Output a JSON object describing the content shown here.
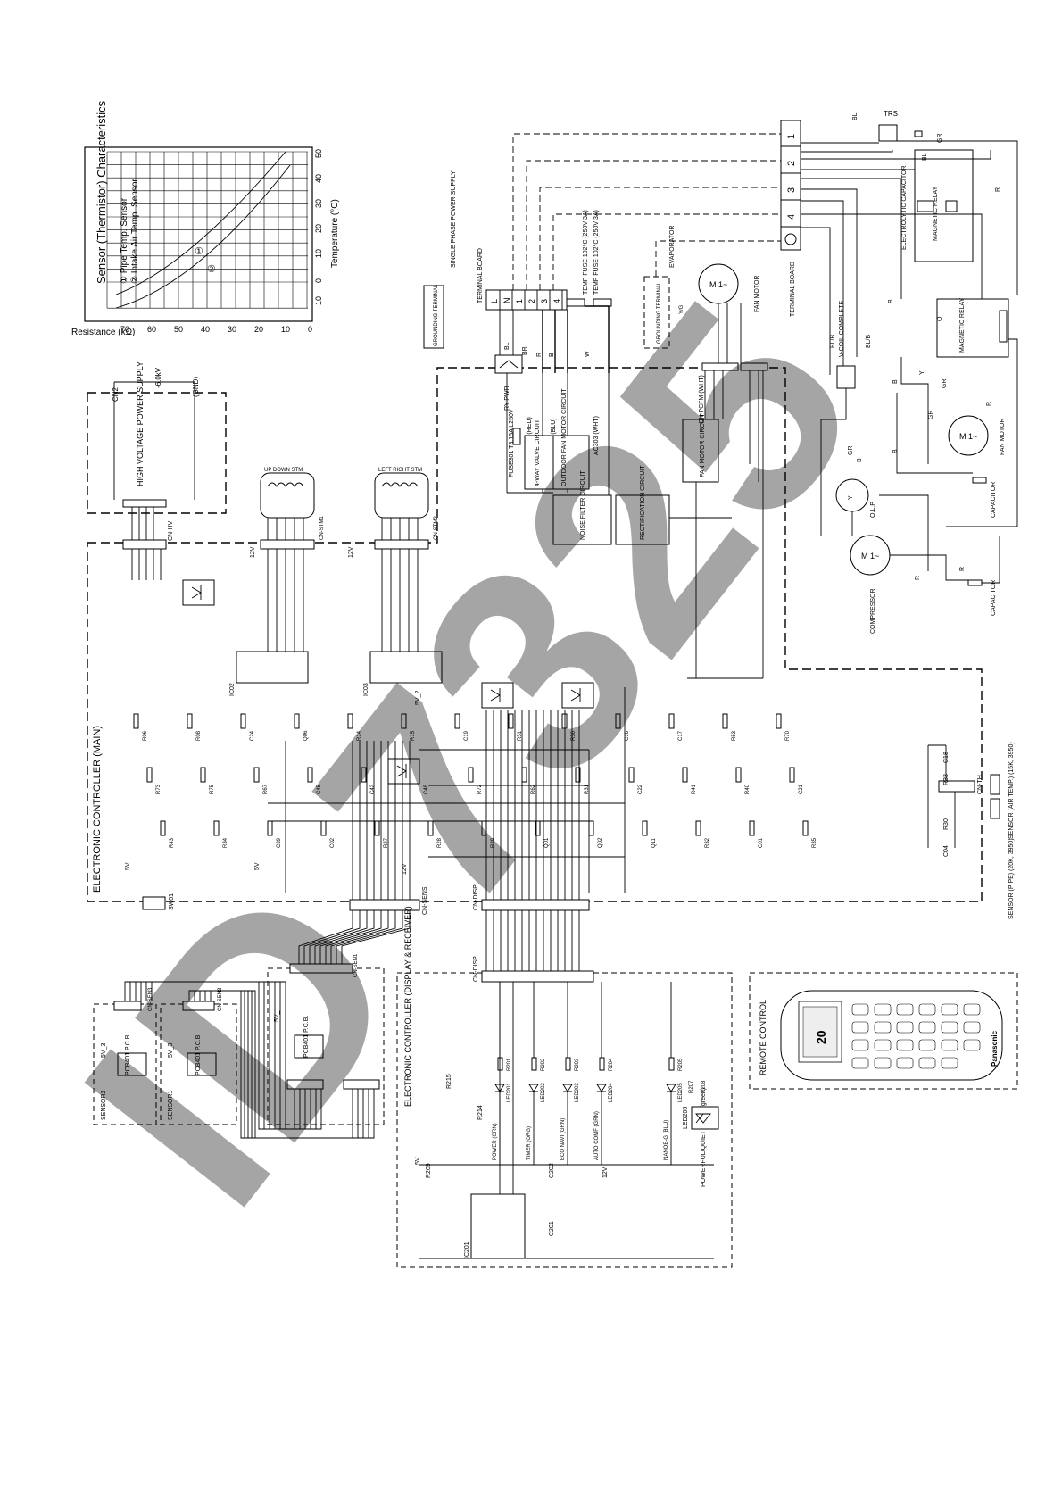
{
  "watermark": "ID 7325",
  "sensor_chart": {
    "title": "Sensor (Thermistor) Characteristics",
    "legend": [
      "① Pipe Temp. Sensor",
      "② Intake Air Temp. Sensor"
    ],
    "x_label": "Temperature (°C)",
    "y_label": "Resistance (kΩ)",
    "x_ticks": [
      "-10",
      "0",
      "10",
      "20",
      "30",
      "40",
      "50"
    ],
    "y_ticks": [
      "0",
      "10",
      "20",
      "30",
      "40",
      "50",
      "60",
      "70"
    ],
    "curve_labels": [
      "①",
      "②"
    ]
  },
  "main_controller": {
    "label": "ELECTRONIC CONTROLLER (MAIN)",
    "hv": {
      "label": "HIGH VOLTAGE POWER SUPPLY",
      "cn": "CN-HV",
      "v1": "-6.0kV",
      "v2": "CN2",
      "v3": "(GND)"
    },
    "stm1": {
      "label": "UP DOWN STM",
      "cn": "CN-STM1"
    },
    "stm2": {
      "label": "LEFT RIGHT STM",
      "cn": "CN-STM2"
    },
    "fuse": "FUSE301 T3.15A L250V",
    "relay": "RY-PWR",
    "ac_lines": [
      "AC304 (RED)",
      "AC305 (BLU)",
      "AC303 (WHT)"
    ],
    "blocks": [
      "4-WAY VALVE CIRCUIT",
      "OUTDOOR FAN MOTOR CIRCUIT",
      "FAN MOTOR CIRCUIT",
      "NOISE FILTER CIRCUIT",
      "RECTIFICATION CIRCUIT"
    ],
    "cn_pcfm": "CN-PCFM (WHT)",
    "cn_th": "CN-TH",
    "cn_disp": "CN-DISP",
    "cn_sens": "CN-SENS",
    "sw": "SW01",
    "ic": [
      "IC02",
      "IC03"
    ],
    "parts": [
      "R06",
      "R08",
      "C24",
      "Q06",
      "R14",
      "R15",
      "C19",
      "R51",
      "R50",
      "C16",
      "C17",
      "R53",
      "R70",
      "R73",
      "R75",
      "R67",
      "C45",
      "C42",
      "C48",
      "R72",
      "R62",
      "R31",
      "C22",
      "R41",
      "R40",
      "C21",
      "R43",
      "R34",
      "C39",
      "C02",
      "R27",
      "R28",
      "R29",
      "Q01",
      "Q02",
      "Q11",
      "R32",
      "C01",
      "R35"
    ],
    "voltages": [
      "5V",
      "12V",
      "5V_2",
      "5V",
      "12V",
      "12V"
    ]
  },
  "sensors": {
    "air": "SENSOR (AIR TEMP.) (15K, 3950)",
    "pipe": "SENSOR (PIPE) (20K, 3950)",
    "parts": [
      "C18",
      "R33",
      "C04",
      "R30"
    ]
  },
  "display_controller": {
    "label": "ELECTRONIC CONTROLLER (DISPLAY & RECEIVER)",
    "cn": "CN-DISP",
    "leds": [
      {
        "name": "POWER (GRN)",
        "id": "LED201",
        "r": "R201"
      },
      {
        "name": "TIMER (ORG)",
        "id": "LED202",
        "r": "R202"
      },
      {
        "name": "ECO NAVI (GRN)",
        "id": "LED203",
        "r": "R203"
      },
      {
        "name": "AUTO COMF (GRN)",
        "id": "LED204",
        "r": "R204"
      },
      {
        "name": "NANOE-G (BLU)",
        "id": "LED205",
        "r": "R205"
      }
    ],
    "powerful": "POWERFUL/QUIET (orange/green)",
    "led_r": [
      "R207",
      "R208"
    ],
    "led206": "LED206",
    "parts": [
      "IC201",
      "C201",
      "C202",
      "R209",
      "R215",
      "R214"
    ],
    "v5": "5V",
    "v12": "12V"
  },
  "sensor_boards": [
    {
      "label": "SENSOR2",
      "pcb": "PCB401 P.C.B.",
      "v": "5V_3",
      "cn": "CN-SEN3"
    },
    {
      "label": "SENSOR1",
      "pcb": "PCB401 P.C.B.",
      "v": "5V_3",
      "cn": "CN-SEN3"
    },
    {
      "label": "",
      "pcb": "PCB401 P.C.B.",
      "v": "5V_1",
      "cn": "CN-SEN1"
    }
  ],
  "remote": {
    "label": "REMOTE CONTROL",
    "display": "20",
    "brand": "Panasonic"
  },
  "outdoor": {
    "terminal_board": "TERMINAL BOARD",
    "power": "SINGLE PHASE POWER SUPPLY",
    "grounding": "GROUNDING TERMINAL",
    "terminal_pins": [
      "L",
      "N",
      "1",
      "2",
      "3",
      "4"
    ],
    "temp_fuses": [
      "TEMP FUSE 102°C (250V 3A)",
      "TEMP FUSE 102°C (250V 3A)"
    ],
    "evaporator": "EVAPORATOR",
    "fan_motor": "FAN MOTOR",
    "motor_symbol": "M 1~",
    "yg": "Y/G",
    "v_coil": "V-COIL COMPLETE",
    "compressor": "COMPRESSOR",
    "olp": "O.L.P",
    "capacitor": "CAPACITOR",
    "elec_cap": "ELECTROLYTIC CAPACITOR",
    "mag_relay": "MAGNETIC RELAY",
    "trs": "TRS",
    "wire_colors": [
      "BL",
      "BR",
      "R",
      "B",
      "W",
      "Y",
      "GR",
      "BL/B",
      "O"
    ],
    "ob_pins": [
      "1",
      "2",
      "3",
      "4"
    ]
  }
}
